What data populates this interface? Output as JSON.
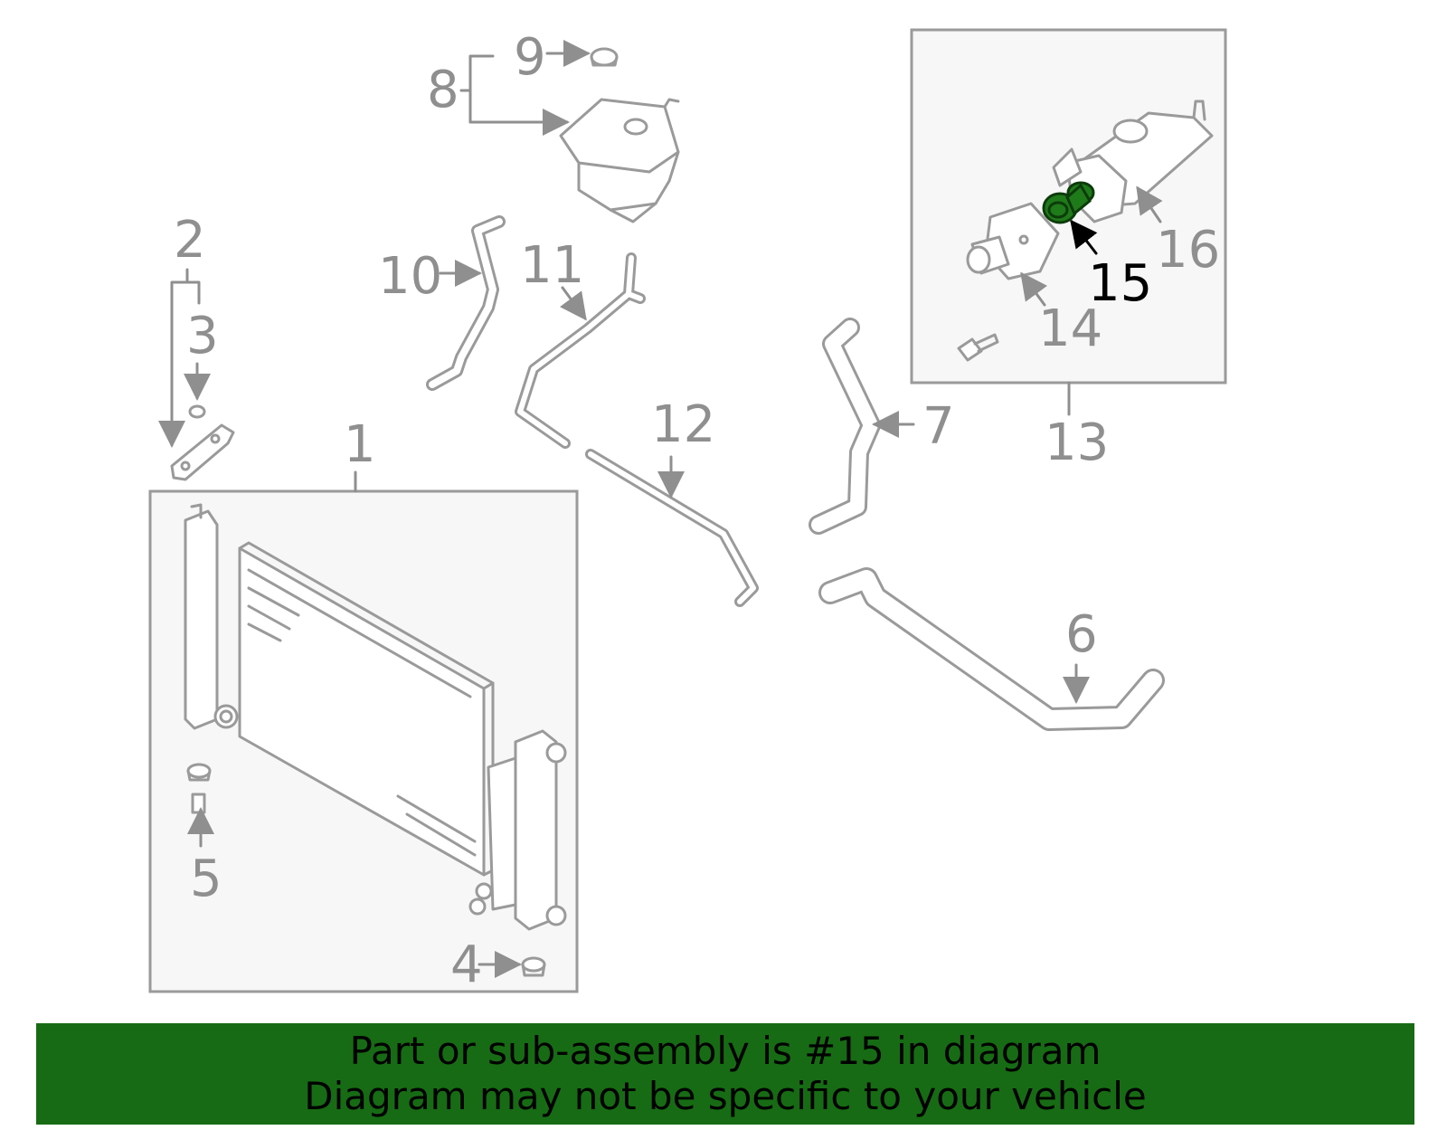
{
  "diagram": {
    "callouts": {
      "c1": "1",
      "c2": "2",
      "c3": "3",
      "c4": "4",
      "c5": "5",
      "c6": "6",
      "c7": "7",
      "c8": "8",
      "c9": "9",
      "c10": "10",
      "c11": "11",
      "c12": "12",
      "c13": "13",
      "c14": "14",
      "c15": "15",
      "c16": "16"
    },
    "highlighted_part": "15",
    "colors": {
      "line": "#9a9a9a",
      "highlight_fill": "#1f7a1a",
      "highlight_text": "#000000",
      "banner_bg": "#176b14",
      "box_fill": "#f7f7f7"
    }
  },
  "banner": {
    "line1": "Part or sub-assembly is #15 in diagram",
    "line2": "Diagram may not be specific to your vehicle"
  }
}
